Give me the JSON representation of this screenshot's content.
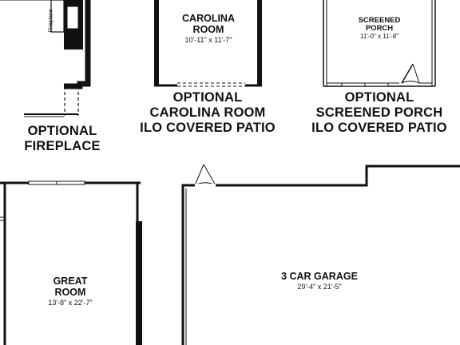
{
  "fireplace_option": {
    "tag": "Fireplace",
    "caption_line1": "OPTIONAL",
    "caption_line2": "FIREPLACE"
  },
  "carolina_room": {
    "name_line1": "CAROLINA",
    "name_line2": "ROOM",
    "dims": "10'-11\" x 11'-7\"",
    "caption_line1": "OPTIONAL",
    "caption_line2": "CAROLINA ROOM",
    "caption_line3": "ILO COVERED PATIO"
  },
  "screened_porch": {
    "name_line1": "SCREENED",
    "name_line2": "PORCH",
    "dims": "11'-0\" x 11'-8\"",
    "caption_line1": "OPTIONAL",
    "caption_line2": "SCREENED PORCH",
    "caption_line3": "ILO COVERED PATIO"
  },
  "great_room": {
    "name_line1": "GREAT",
    "name_line2": "ROOM",
    "dims": "13'-8\" x 22'-7\""
  },
  "garage": {
    "name": "3 CAR GARAGE",
    "dims": "29'-4\" x 21'-5\""
  }
}
